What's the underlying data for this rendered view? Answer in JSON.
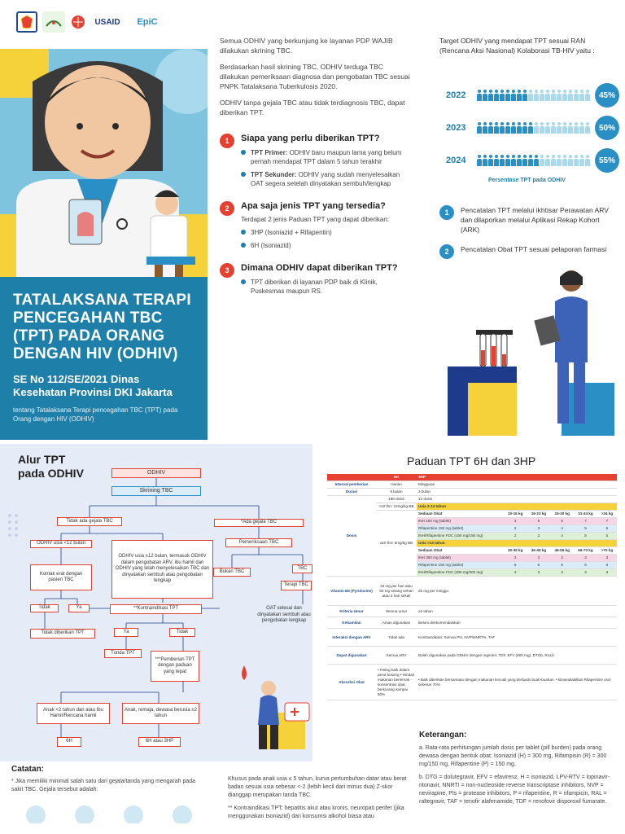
{
  "logos": [
    "PEMDA",
    "DINKES",
    "USAID",
    "EpiC"
  ],
  "title": {
    "main": "TATALAKSANA TERAPI PENCEGAHAN TBC (TPT) PADA ORANG DENGAN HIV (ODHIV)",
    "subtitle": "SE No 112/SE/2021 Dinas Kesehatan Provinsi DKI Jakarta",
    "desc": "tentang Tatalaksana Terapi pencegahan TBC (TPT) pada Orang dengan HIV (ODHIV)"
  },
  "intro": [
    "Semua ODHIV yang berkunjung ke layanan PDP WAJIB dilakukan skrining TBC.",
    "Berdasarkan hasil skrining TBC, ODHIV terduga TBC dilakukan pemeriksaan diagnosa dan pengobatan TBC sesuai PNPK Tatalaksana Tuberkulosis 2020.",
    "ODHIV tanpa gejala TBC atau tidak terdiagnosis TBC, dapat diberikan TPT."
  ],
  "questions": [
    {
      "num": "1",
      "title": "Siapa yang perlu diberikan TPT?",
      "b1_bold": "TPT Primer:",
      "b1": " ODHIV baru maupun lama yang belum pernah mendapat TPT dalam 5 tahun terakhir",
      "b2_bold": "TPT Sekunder:",
      "b2": " ODHIV yang sudah menyelesaikan OAT segera setelah dinyatakan sembuh/lengkap"
    },
    {
      "num": "2",
      "title": "Apa saja jenis TPT yang tersedia?",
      "intro": "Terdapat 2 jenis Paduan TPT yang dapat diberikan:",
      "b1": "3HP (Isoniazid + Rifapentin)",
      "b2": "6H (Isoniazid)"
    },
    {
      "num": "3",
      "title": "Dimana ODHIV dapat diberikan TPT?",
      "b1": "TPT diberikan di layanan PDP baik di Klinik, Puskesmas maupun RS."
    }
  ],
  "target": {
    "intro": "Target ODHIV yang mendapat TPT sesuai RAN (Rencana Aksi Nasional) Kolaborasi TB-HIV yaitu :",
    "rows": [
      {
        "year": "2022",
        "pct": "45%",
        "value": 45
      },
      {
        "year": "2023",
        "pct": "50%",
        "value": 50
      },
      {
        "year": "2024",
        "pct": "55%",
        "value": 55
      }
    ],
    "caption": "Persentase TPT pada ODHIV"
  },
  "records": [
    {
      "num": "1",
      "text": "Pencatatan TPT melalui ikhtisar Perawatan ARV dan dilaporkan melalui Aplikasi Rekap Kohort (ARK)"
    },
    {
      "num": "2",
      "text": "Pencatatan Obat TPT sesuai pelaporan farmasi"
    }
  ],
  "flow": {
    "title1": "Alur TPT",
    "title2": "pada ODHIV",
    "odhiv": "ODHIV",
    "skrining": "Skrining TBC",
    "tidak_gejala": "Tidak ada gejala TBC",
    "ada_gejala": "*Ada gejala TBC",
    "usia12": "ODHIV usia <12 bulan",
    "usia_ge12": "ODHIV usia ≥12 bulan, termasuk ODHIV dalam pengobatan ARV, ibu hamil dan ODHIV yang telah menyelesaikan TBC dan dinyatakan sembuh atau pengobatan lengkap",
    "pemeriksaan": "Pemeriksaan TBC",
    "kontak": "Kontak erat dengan pasien TBC",
    "bukan": "Bukan TBC",
    "tbc": "TBC",
    "tidak": "Tidak",
    "ya": "Ya",
    "kontra": "**Kontraindikasi TPT",
    "terapi": "Terapi TBC",
    "tidak_diberi": "Tidak diberikan TPT",
    "oat": "OAT selesai dan dinyatakan sembuh atau pengobatan lengkap",
    "tunda": "Tunda TPT",
    "pemberian": "***Pemberian TPT dengan paduan yang tepat",
    "anak": "Anak <2 tahun dan atau Ibu Hamil/Rencana hamil",
    "remaja": "Anak, remaja, dewasa berusia ≥2 tahun",
    "h6": "6H",
    "h6hp": "6H atau 3HP"
  },
  "paduan": {
    "title": "Paduan TPT 6H dan 3HP",
    "head": [
      "",
      "6H",
      "3HP"
    ],
    "interval": [
      "Interval pemberian",
      "Harian",
      "Mingguan"
    ],
    "durasi": [
      "Durasi",
      "6 bulan",
      "3 bulan"
    ],
    "dosis_label": "Dosis",
    "dosis_6h": [
      "180 dosis",
      "<10 thn: 10mg/kg BB",
      "≥10 thn: 5mg/kg BB"
    ],
    "dosis_3hp": "12 dosis",
    "usia1": "Usia 2-14 tahun",
    "usia2": "Usia >14 tahun",
    "weights1": [
      "Sediaan Obat",
      "10-15 kg",
      "16-23 kg",
      "24-30 kg",
      "31-34 kg",
      ">34 kg"
    ],
    "rows1": [
      [
        "INH 100 mg (tablet)",
        "3",
        "5",
        "6",
        "7",
        "7"
      ],
      [
        "Rifapentine 150 mg (tablet)",
        "2",
        "3",
        "4",
        "5",
        "5"
      ],
      [
        "INH/Rifapentine FDC (150 mg/150 mg)",
        "2",
        "3",
        "4",
        "5",
        "5"
      ]
    ],
    "weights2": [
      "Sediaan Obat",
      "30-35 kg",
      "36-45 kg",
      "46-55 kg",
      "56-70 kg",
      ">70 kg"
    ],
    "rows2": [
      [
        "INH 300 mg (tablet)",
        "3",
        "3",
        "3",
        "3",
        "3"
      ],
      [
        "Rifapentine 150 mg (tablet)",
        "6",
        "6",
        "6",
        "6",
        "6"
      ],
      [
        "INH/Rifapentine FDC (300 mg/300 mg)",
        "3",
        "3",
        "3",
        "3",
        "3"
      ]
    ],
    "vitb6": [
      "Vitamin B6 (Pyridoxine)",
      "25 mg per hari atau 50 mg selang sehari atau 2 hari sekali",
      "25 mg per minggu"
    ],
    "kriteria": [
      "Kriteria Umur",
      "Semua umur",
      "≥2 tahun"
    ],
    "kehamilan": [
      "Kehamilan",
      "Aman digunakan",
      "Belum direkomendasikan"
    ],
    "interaksi": [
      "Interaksi dengan ARV",
      "Tidak ada",
      "Kontraindikasi: Semua PIs, NVP/NNRTIs, TAF"
    ],
    "dapat": [
      "Dapat digunakan",
      "Semua ARV",
      "Boleh digunakan pada ODHIV dengan regimen: TDF, EFV (600 mg), DTGb, RALb"
    ],
    "absorbsi_label": "Absorbsi Obat",
    "absorbsi_6h": "• Paling baik dalam perut kosong • Hindari makanan berlemak - konsentrasi obat berkurang sampai 50%",
    "absorbsi_3hp": "• Baik diberikan bersamaan dengan makanan kecuali yang berbasis buah-buahan. • Bioavailabilitas Rifapentine oral sebesar 70%"
  },
  "keterangan": {
    "title": "Keterangan:",
    "a": "a.  Rata-rata perhitungan jumlah dosis per tablet (pill burden) pada orang dewasa dengan bentuk obat: Isoniazid (H) = 300 mg, Rifampisin (R) = 300 mg/150 mg, Rifapentine (P) = 150 mg.",
    "b": "b.  DTG = dolutegravir, EFV = efavirenz, H = isoniazid, LPV-RTV = lopinavir-ritonavir, NNRTI = non-nucleoside reverse transcriptase inhibitors, NVP = nevirapine, PIs = protease inhibitors, P = rifapentine, R = rifampicin, RAL = raltegravir, TAF = tenofir alafenamide, TDF = renofovir disporoxil fumarate."
  },
  "catatan": {
    "title": "Catatan:",
    "text": "*   Jika memiliki minimal salah satu dari gejala/tanda yang mengarah pada sakit TBC. Gejala tersebut adalah:"
  },
  "notes2": {
    "p1": "Khusus pada anak usia ≤ 5 tahun, kurva pertumbuhan datar atau berat badan sesuai usia sebesar <-2 (lebih kecil dari minus dua) Z-skor dianggap merupakan tanda TBC.",
    "p2": "**   Kontraindikasi TPT: hepatitis akut atau kronis, neuropati perifer (jika menggunakan Isoniazid) dan konsumsi alkohol biasa atau"
  },
  "colors": {
    "accent": "#e64030",
    "blue": "#1e7fa8",
    "yellow": "#f5d23a",
    "lightbg": "#e5ecf7"
  }
}
